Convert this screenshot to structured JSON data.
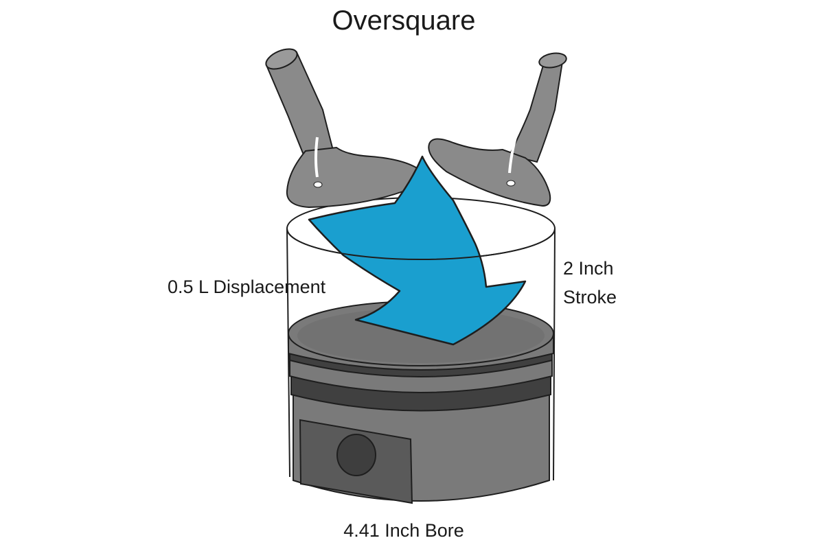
{
  "diagram": {
    "title": "Oversquare",
    "displacement_label": "0.5 L Displacement",
    "stroke_label_line1": "2 Inch",
    "stroke_label_line2": "Stroke",
    "bore_label": "4.41 Inch Bore"
  },
  "colors": {
    "background": "#ffffff",
    "outline": "#1e1e1e",
    "valve_gray": "#8a8a8a",
    "piston_gray": "#7a7a7a",
    "piston_dark": "#4b4b4b",
    "ring_dark": "#404040",
    "pin_boss": "#5a5a5a",
    "wrist_pin": "#3e3e3e",
    "flow_arrow": "#1a9fcf"
  },
  "icons": {
    "intake_valve": "valve-icon",
    "exhaust_valve": "valve-icon",
    "flow_arrow": "arrow-down-icon"
  }
}
